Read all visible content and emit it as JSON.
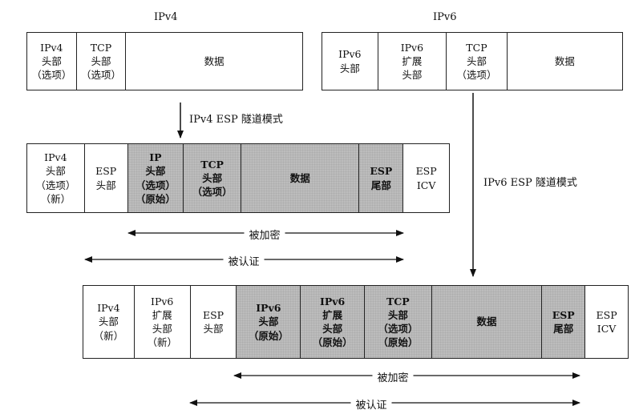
{
  "titles": {
    "ipv4": "IPv4",
    "ipv6": "IPv6"
  },
  "ipv4_original": [
    {
      "text": "IPv4\n头部\n（选项）",
      "shaded": false
    },
    {
      "text": "TCP\n头部\n（选项）",
      "shaded": false
    },
    {
      "text": "数据",
      "shaded": false
    }
  ],
  "ipv6_original": [
    {
      "text": "IPv6\n头部",
      "shaded": false
    },
    {
      "text": "IPv6\n扩展\n头部",
      "shaded": false
    },
    {
      "text": "TCP\n头部\n（选项）",
      "shaded": false
    },
    {
      "text": "数据",
      "shaded": false
    }
  ],
  "ipv4_tunnel": [
    {
      "text": "IPv4\n头部\n（选项）\n（新）",
      "shaded": false
    },
    {
      "text": "ESP\n头部",
      "shaded": false
    },
    {
      "text": "IP\n头部\n（选项）\n（原始）",
      "shaded": true
    },
    {
      "text": "TCP\n头部\n（选项）",
      "shaded": true
    },
    {
      "text": "数据",
      "shaded": true
    },
    {
      "text": "ESP\n尾部",
      "shaded": true
    },
    {
      "text": "ESP\nICV",
      "shaded": false
    }
  ],
  "ipv6_tunnel": [
    {
      "text": "IPv4\n头部\n（新）",
      "shaded": false
    },
    {
      "text": "IPv6\n扩展\n头部\n（新）",
      "shaded": false
    },
    {
      "text": "ESP\n头部",
      "shaded": false
    },
    {
      "text": "IPv6\n头部\n（原始）",
      "shaded": true
    },
    {
      "text": "IPv6\n扩展\n头部\n（原始）",
      "shaded": true
    },
    {
      "text": "TCP\n头部\n（选项）\n（原始）",
      "shaded": true
    },
    {
      "text": "数据",
      "shaded": true
    },
    {
      "text": "ESP\n尾部",
      "shaded": true
    },
    {
      "text": "ESP\nICV",
      "shaded": false
    }
  ],
  "transitions": {
    "ipv4": "IPv4 ESP 隧道模式",
    "ipv6": "IPv6 ESP 隧道模式"
  },
  "spans": {
    "ipv4_encrypted": "被加密",
    "ipv4_authenticated": "被认证",
    "ipv6_encrypted": "被加密",
    "ipv6_authenticated": "被认证"
  }
}
